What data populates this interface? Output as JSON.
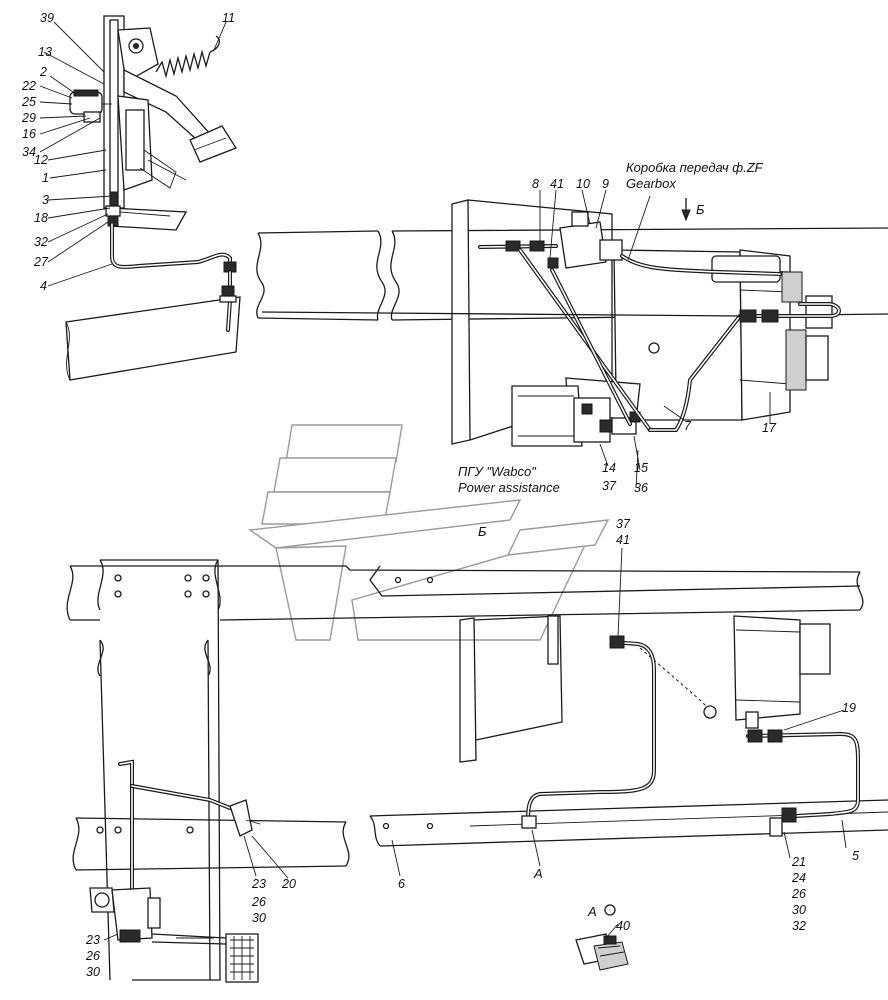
{
  "captions": {
    "gearbox_ru": "Коробка передач ф.ZF",
    "gearbox_en": "Gearbox",
    "power_ru": "ПГУ \"Wabco\"",
    "power_en": "Power assistance",
    "view_b_top": "Б",
    "view_b_mid": "Б",
    "view_a": "А",
    "detail_a": "А"
  },
  "callouts": {
    "c39": "39",
    "c13": "13",
    "c2": "2",
    "c22": "22",
    "c25": "25",
    "c29": "29",
    "c16": "16",
    "c34": "34",
    "c12": "12",
    "c1": "1",
    "c3": "3",
    "c18": "18",
    "c32": "32",
    "c27": "27",
    "c4": "4",
    "c11": "11",
    "c8": "8",
    "c41": "41",
    "c10": "10",
    "c9": "9",
    "c7": "7",
    "c17": "17",
    "c14": "14",
    "c37": "37",
    "c15": "15",
    "c36": "36",
    "c37b": "37",
    "c41b": "41",
    "c19": "19",
    "c23a": "23",
    "c26a": "26",
    "c30a": "30",
    "c20": "20",
    "c23b": "23",
    "c26b": "26",
    "c30b": "30",
    "c6": "6",
    "c5": "5",
    "c21": "21",
    "c24": "24",
    "c26c": "26",
    "c30c": "30",
    "c32b": "32",
    "c40": "40"
  },
  "icons": {
    "arrow": "arrow-down-icon",
    "circle": "detail-circle-icon",
    "watermark": "watermark-logo"
  }
}
